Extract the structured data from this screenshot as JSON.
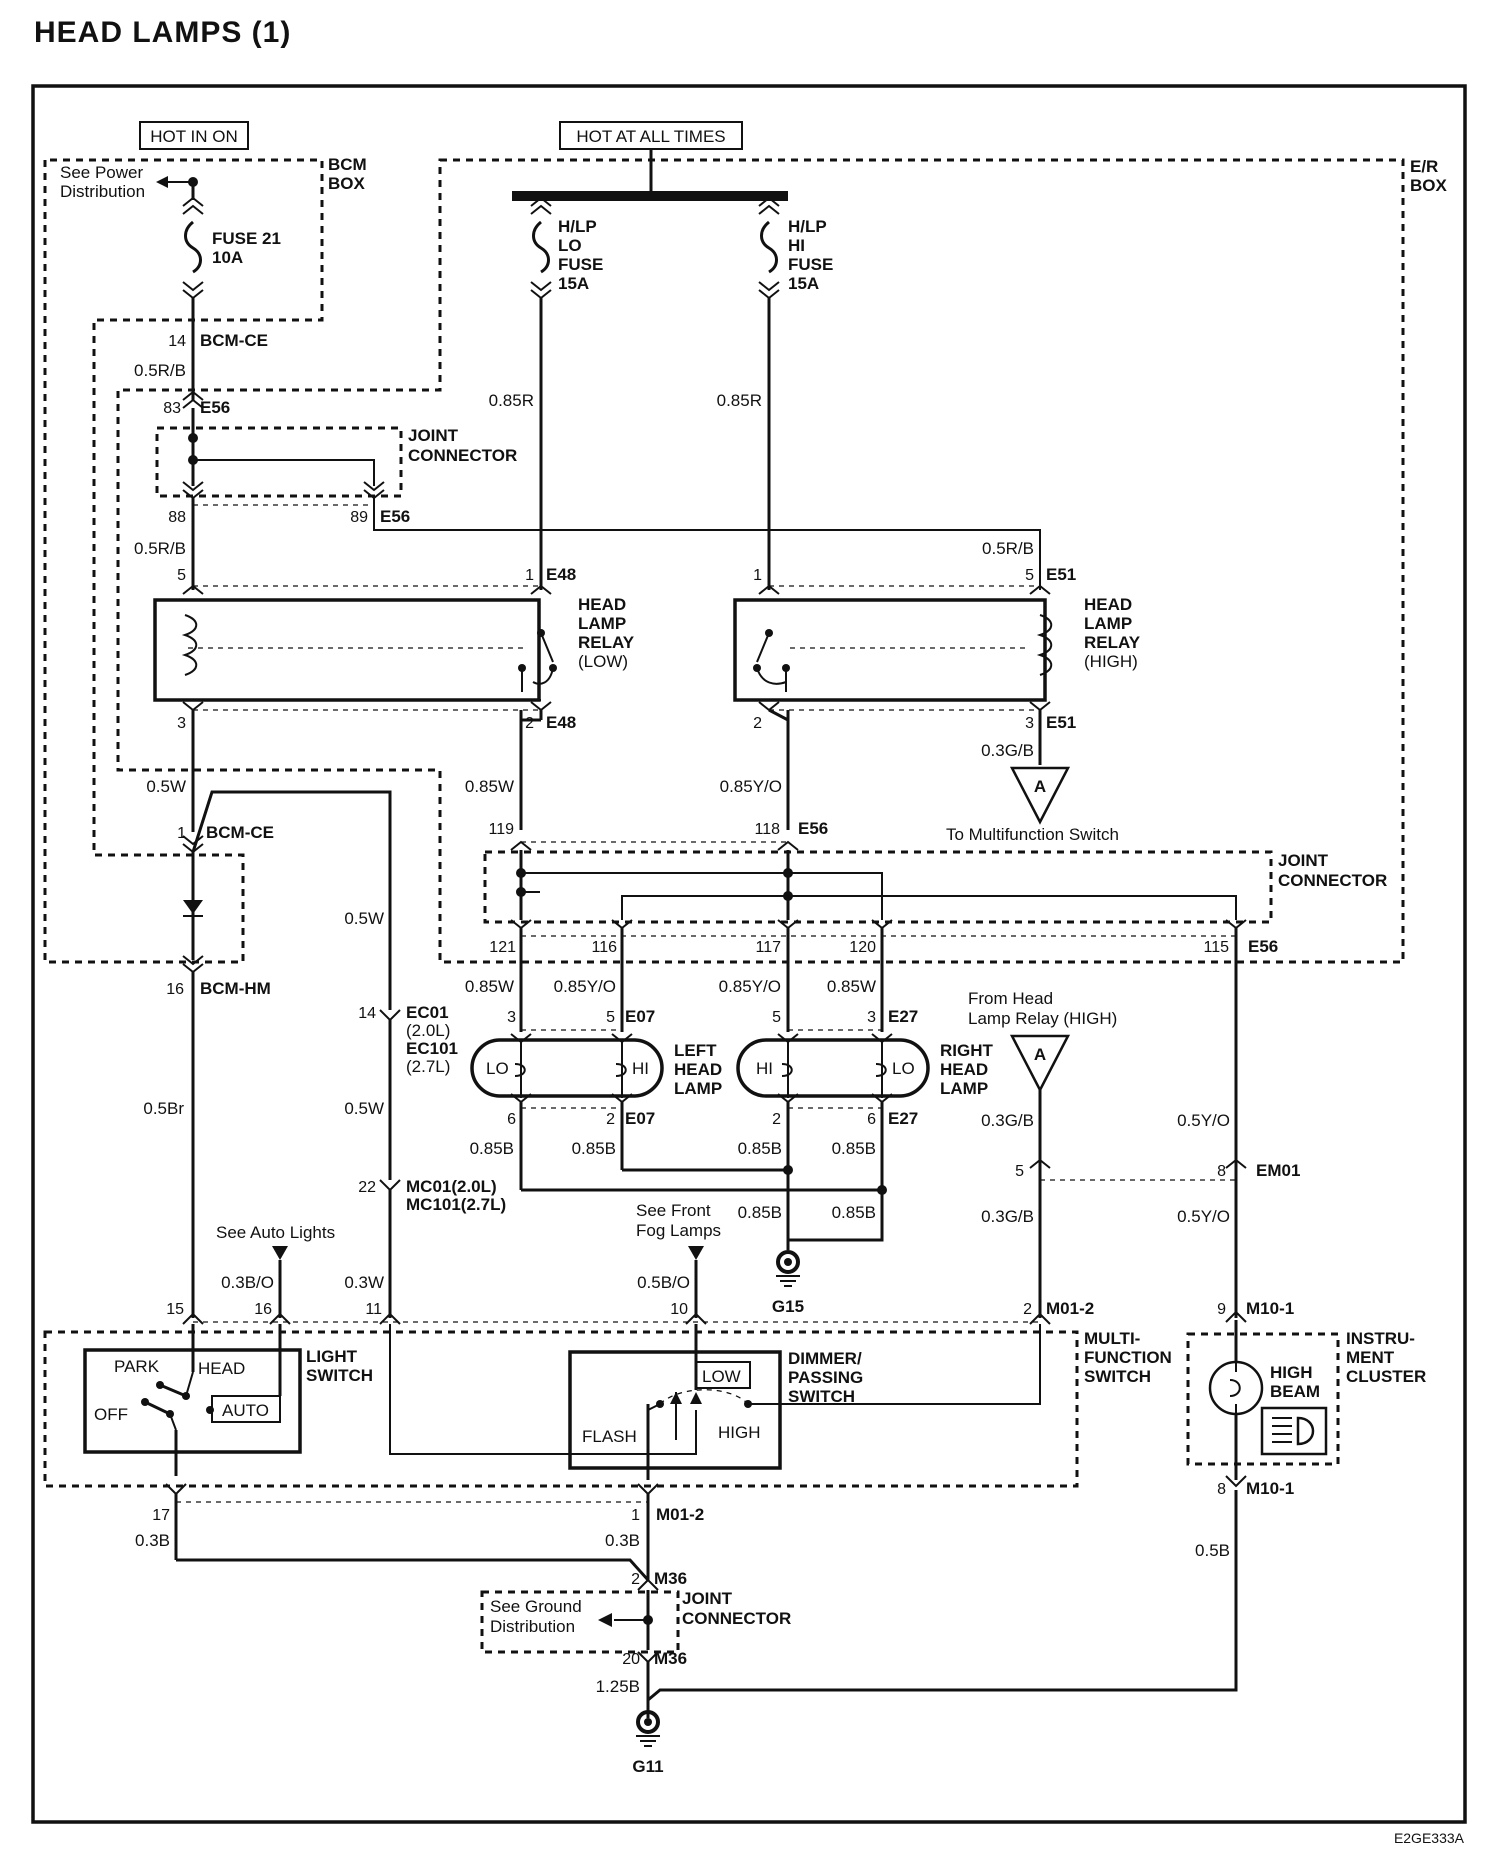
{
  "title": "HEAD LAMPS (1)",
  "code": "E2GE333A",
  "supply": {
    "hot_in_on": "HOT IN ON",
    "hot_at_all_times": "HOT AT ALL TIMES"
  },
  "boxes": {
    "bcm_box": [
      "BCM",
      "BOX"
    ],
    "er_box": [
      "E/R",
      "BOX"
    ],
    "see_power": [
      "See Power",
      "Distribution"
    ]
  },
  "fuses": {
    "fuse21": [
      "FUSE 21",
      "10A"
    ],
    "lo": [
      "H/LP",
      "LO",
      "FUSE",
      "15A"
    ],
    "hi": [
      "H/LP",
      "HI",
      "FUSE",
      "15A"
    ]
  },
  "connectors": {
    "bcm_ce": "BCM-CE",
    "e56": "E56",
    "e48": "E48",
    "e51": "E51",
    "bcm_hm": "BCM-HM",
    "ec01": [
      "EC01",
      "(2.0L)",
      "EC101",
      "(2.7L)"
    ],
    "mc01": [
      "MC01(2.0L)",
      "MC101(2.7L)"
    ],
    "e07": "E07",
    "e27": "E27",
    "em01": "EM01",
    "m01_2": "M01-2",
    "m10_1": "M10-1",
    "m36": "M36",
    "g15": "G15",
    "g11": "G11"
  },
  "joint_connector": [
    "JOINT",
    "CONNECTOR"
  ],
  "relays": {
    "low": [
      "HEAD",
      "LAMP",
      "RELAY",
      "(LOW)"
    ],
    "high": [
      "HEAD",
      "LAMP",
      "RELAY",
      "(HIGH)"
    ]
  },
  "lamps": {
    "left": [
      "LEFT",
      "HEAD",
      "LAMP"
    ],
    "right": [
      "RIGHT",
      "HEAD",
      "LAMP"
    ],
    "lo": "LO",
    "hi": "HI"
  },
  "refs": {
    "a": "A",
    "to_multifunction": "To Multifunction Switch",
    "from_relay": [
      "From Head",
      "Lamp Relay (HIGH)"
    ],
    "see_auto_lights": "See Auto Lights",
    "see_front_fog": [
      "See Front",
      "Fog Lamps"
    ],
    "see_ground": [
      "See Ground",
      "Distribution"
    ]
  },
  "switches": {
    "light": [
      "LIGHT",
      "SWITCH"
    ],
    "park": "PARK",
    "head": "HEAD",
    "off": "OFF",
    "auto": "AUTO",
    "dimmer": [
      "DIMMER/",
      "PASSING",
      "SWITCH"
    ],
    "low": "LOW",
    "high": "HIGH",
    "flash": "FLASH",
    "multi": [
      "MULTI-",
      "FUNCTION",
      "SWITCH"
    ]
  },
  "cluster": {
    "name": [
      "INSTRU-",
      "MENT",
      "CLUSTER"
    ],
    "lamp": [
      "HIGH",
      "BEAM"
    ]
  },
  "wires": {
    "r_lo": "0.85R",
    "r_hi": "0.85R",
    "rb_top": "0.5R/B",
    "rb_mid": "0.5R/B",
    "rb_right": "0.5R/B",
    "w05_a": "0.5W",
    "w085_a": "0.85W",
    "yo085_a": "0.85Y/O",
    "gb03_a": "0.3G/B",
    "w05_b": "0.5W",
    "w05_c": "0.5W",
    "w085_b": "0.85W",
    "yo085_b": "0.85Y/O",
    "yo085_c": "0.85Y/O",
    "w085_c": "0.85W",
    "br05": "0.5Br",
    "b085_a": "0.85B",
    "b085_b": "0.85B",
    "b085_c": "0.85B",
    "b085_d": "0.85B",
    "b085_e": "0.85B",
    "b085_f": "0.85B",
    "gb03_b": "0.3G/B",
    "gb03_c": "0.3G/B",
    "yo05_a": "0.5Y/O",
    "yo05_b": "0.5Y/O",
    "bo03": "0.3B/O",
    "w03": "0.3W",
    "bo05": "0.5B/O",
    "b03_a": "0.3B",
    "b03_b": "0.3B",
    "b05": "0.5B",
    "b125": "1.25B"
  },
  "pins": {
    "p14a": "14",
    "p83": "83",
    "p88": "88",
    "p89": "89",
    "p5a": "5",
    "p1a": "1",
    "p1b": "1",
    "p5b": "5",
    "p3a": "3",
    "p2a": "2",
    "p2b": "2",
    "p3b": "3",
    "p119": "119",
    "p118": "118",
    "p1c": "1",
    "p121": "121",
    "p116": "116",
    "p117": "117",
    "p120": "120",
    "p115": "115",
    "p16": "16",
    "p14b": "14",
    "p3c": "3",
    "p5c": "5",
    "p5d": "5",
    "p3d": "3",
    "p6a": "6",
    "p2c": "2",
    "p2d": "2",
    "p6b": "6",
    "p5e": "5",
    "p8a": "8",
    "p22": "22",
    "p15": "15",
    "p16b": "16",
    "p11": "11",
    "p10": "10",
    "p2e": "2",
    "p9": "9",
    "p17": "17",
    "p1d": "1",
    "p8b": "8",
    "p2f": "2",
    "p20": "20"
  }
}
